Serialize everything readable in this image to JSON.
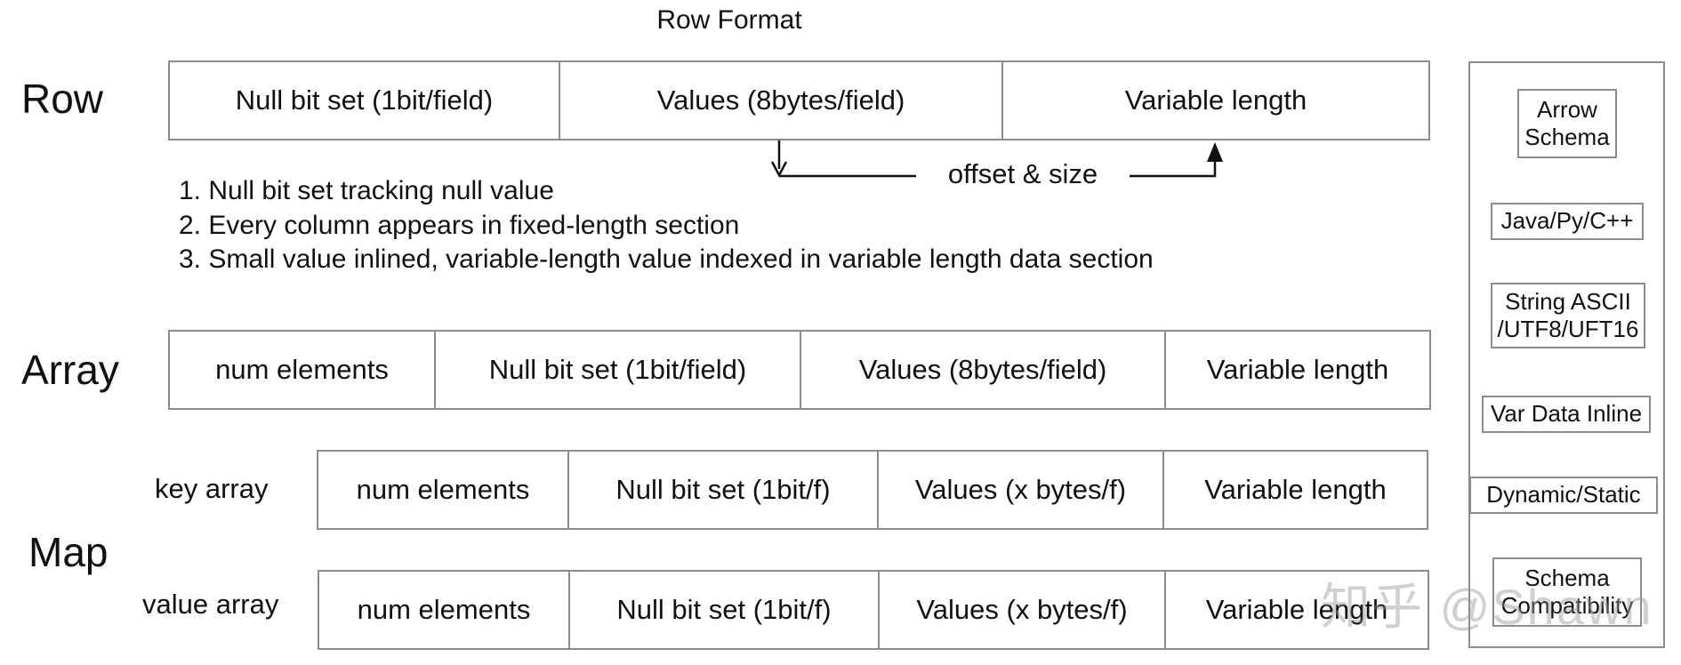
{
  "title": "Row Format",
  "labels": {
    "row": "Row",
    "array": "Array",
    "map": "Map",
    "key_array": "key array",
    "value_array": "value array"
  },
  "row_cells": [
    "Null bit set (1bit/field)",
    "Values (8bytes/field)",
    "Variable length"
  ],
  "offset_label": "offset & size",
  "notes": [
    "1. Null bit set tracking  null value",
    "2. Every column appears in fixed-length section",
    "3. Small value inlined, variable-length value indexed in variable length data section"
  ],
  "array_cells": [
    "num elements",
    "Null bit set (1bit/field)",
    "Values (8bytes/field)",
    "Variable length"
  ],
  "key_array_cells": [
    "num elements",
    "Null bit set (1bit/f)",
    "Values (x bytes/f)",
    "Variable length"
  ],
  "value_array_cells": [
    "num elements",
    "Null bit set (1bit/f)",
    "Values (x bytes/f)",
    "Variable length"
  ],
  "side_items": [
    "Arrow\nSchema",
    "Java/Py/C++",
    "String ASCII\n/UTF8/UFT16",
    "Var Data Inline",
    "Dynamic/Static",
    "Schema\nCompatibility"
  ],
  "watermark": "知乎 @Shawn"
}
